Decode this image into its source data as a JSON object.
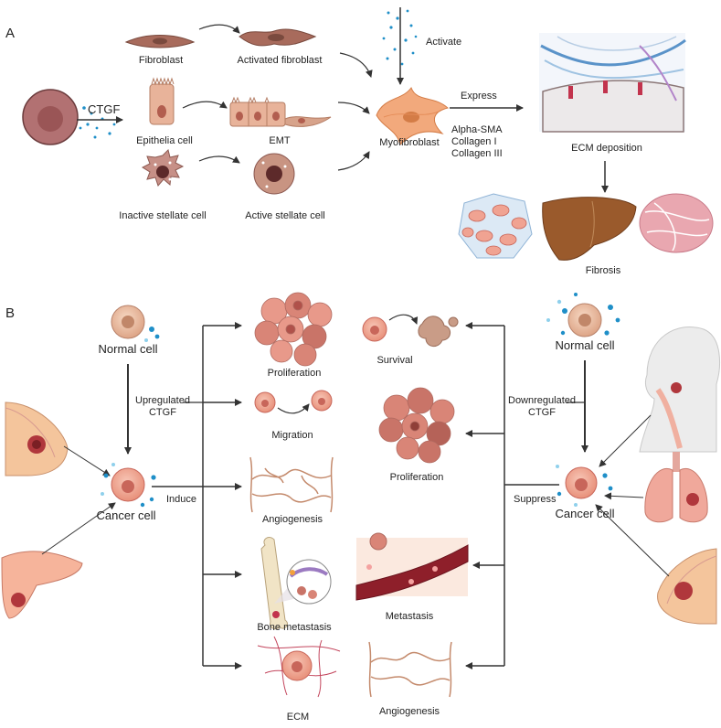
{
  "panel_a": {
    "label": "A",
    "ctgf": "CTGF",
    "fibroblast": "Fibroblast",
    "activated_fibroblast": "Activated fibroblast",
    "activate": "Activate",
    "epithelia_cell": "Epithelia cell",
    "emt": "EMT",
    "inactive_stellate": "Inactive stellate cell",
    "active_stellate": "Active stellate cell",
    "myofibroblast": "Myofibroblast",
    "express": "Express",
    "markers": [
      "Alpha-SMA",
      "Collagen  I",
      "Collagen  III"
    ],
    "ecm_deposition": "ECM deposition",
    "fibrosis": "Fibrosis"
  },
  "panel_b": {
    "label": "B",
    "normal_cell_left": "Normal cell",
    "upregulated_ctgf": [
      "Upregulated",
      "CTGF"
    ],
    "cancer_cell_left": "Cancer cell",
    "induce": "Induce",
    "proliferation_left": "Proliferation",
    "migration": "Migration",
    "angiogenesis_left": "Angiogenesis",
    "bone_metastasis": "Bone metastasis",
    "ecm": "ECM",
    "survival": "Survival",
    "proliferation_right": "Proliferation",
    "metastasis": "Metastasis",
    "angiogenesis_right": "Angiogenesis",
    "normal_cell_right": "Normal cell",
    "downregulated_ctgf": [
      "Downregulated",
      "CTGF"
    ],
    "suppress": "Suppress",
    "cancer_cell_right": "Cancer cell"
  },
  "colors": {
    "arrow": "#333333",
    "cell_pink": "#f1a891",
    "nucleus": "#c8665a",
    "fibroblast_brown": "#a86b5c",
    "liver": "#9a5a2c",
    "collagen_blue": "#5a93c9",
    "dot_blue": "#1f8fc8"
  }
}
